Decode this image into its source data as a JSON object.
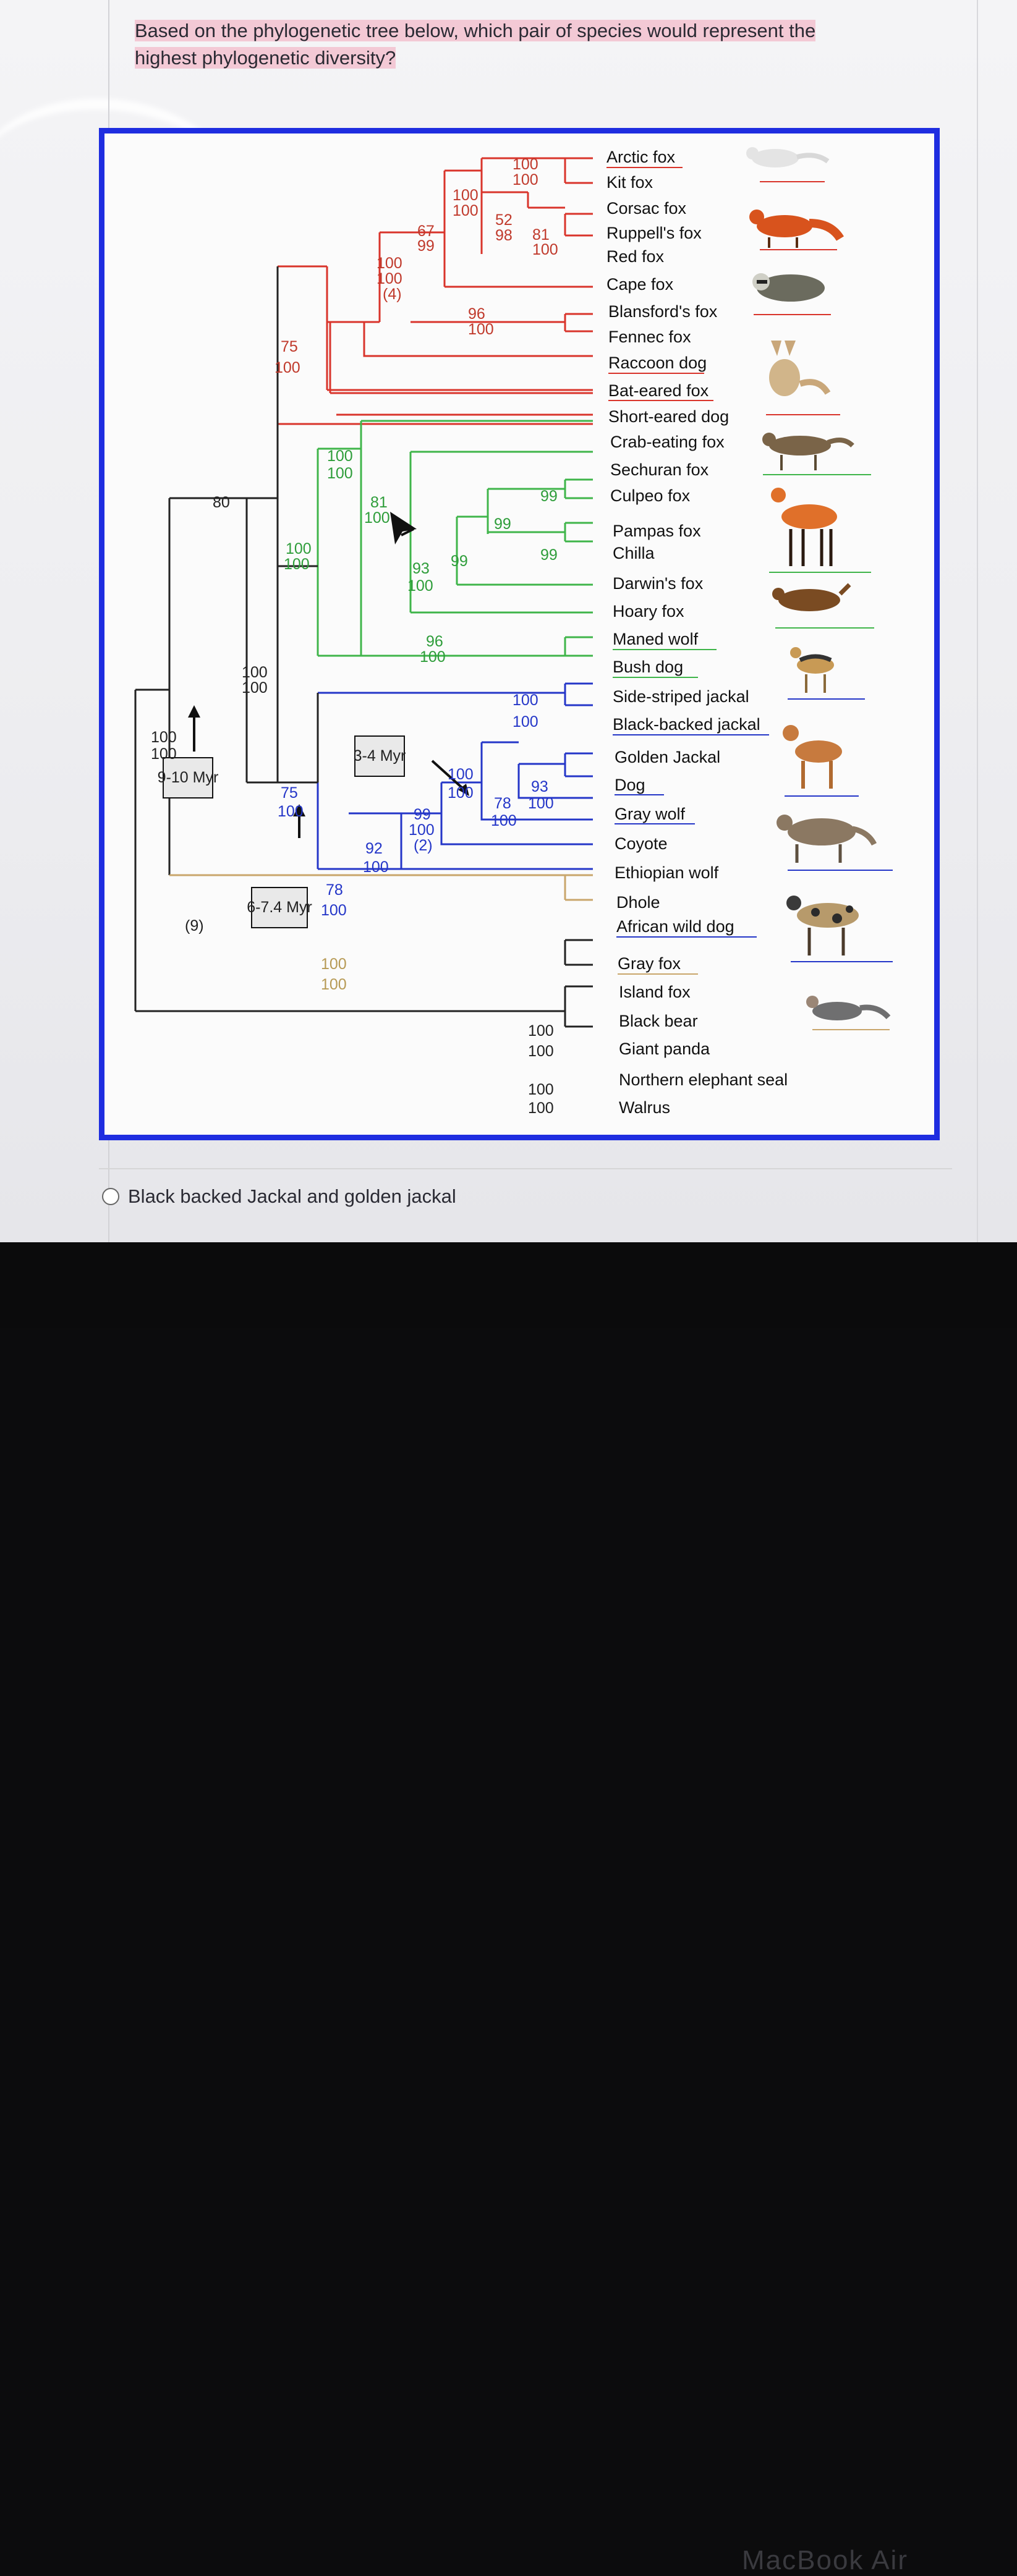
{
  "question": "Based on the phylogenetic tree below, which pair of species would represent the highest phylogenetic diversity?",
  "answer_option": "Black backed Jackal and golden jackal",
  "brand": "MacBook Air",
  "colors": {
    "red_clade": "#d9342b",
    "green_clade": "#3fb54a",
    "blue_clade": "#2436c8",
    "outgroup": "#c9a66b",
    "frame": "#1e2de0",
    "highlight": "#f3c9d5"
  },
  "species": [
    "Arctic fox",
    "Kit fox",
    "Corsac fox",
    "Ruppell's fox",
    "Red fox",
    "Cape fox",
    "Blansford's fox",
    "Fennec fox",
    "Raccoon dog",
    "Bat-eared fox",
    "Short-eared dog",
    "Crab-eating fox",
    "Sechuran fox",
    "Culpeo fox",
    "Pampas fox",
    "Chilla",
    "Darwin's fox",
    "Hoary fox",
    "Maned wolf",
    "Bush dog",
    "Side-striped jackal",
    "Black-backed jackal",
    "Golden Jackal",
    "Dog",
    "Gray wolf",
    "Coyote",
    "Ethiopian wolf",
    "Dhole",
    "African wild dog",
    "Gray fox",
    "Island fox",
    "Black bear",
    "Giant panda",
    "Northern elephant seal",
    "Walrus"
  ],
  "node_labels": {
    "n1a": "100",
    "n1b": "100",
    "n2a": "100",
    "n2b": "100",
    "n3a": "52",
    "n3b": "98",
    "n4a": "81",
    "n4b": "100",
    "n5a": "67",
    "n5b": "99",
    "n6a": "100",
    "n6b": "100",
    "n6c": "(4)",
    "n7a": "96",
    "n7b": "100",
    "n8a": "75",
    "n8b": "100",
    "n9a": "100",
    "n9b": "100",
    "n10a": "81",
    "n10b": "100",
    "n11": "99",
    "n12": "99",
    "n13": "99",
    "n14": "99",
    "n15a": "93",
    "n15b": "100",
    "n16a": "96",
    "n16b": "100",
    "n17a": "100",
    "n17b": "100",
    "n18": "80",
    "n19a": "100",
    "n19b": "100",
    "n20a": "100",
    "n20b": "100",
    "n21a": "100",
    "n21b": "100",
    "n22a": "93",
    "n22b": "100",
    "n23a": "78",
    "n23b": "100",
    "n24a": "99",
    "n24b": "100",
    "n24c": "(2)",
    "n25a": "92",
    "n25b": "100",
    "n26a": "78",
    "n26b": "100",
    "n27a": "75",
    "n27b": "100",
    "n28a": "100",
    "n28b": "100",
    "n29": "(9)",
    "n30a": "100",
    "n30b": "100",
    "n31a": "100",
    "n31b": "100",
    "n32a": "100",
    "n32b": "100"
  },
  "time_boxes": {
    "box1": "9-10 Myr",
    "box2": "3-4 Myr",
    "box3": "6-7.4 Myr"
  }
}
